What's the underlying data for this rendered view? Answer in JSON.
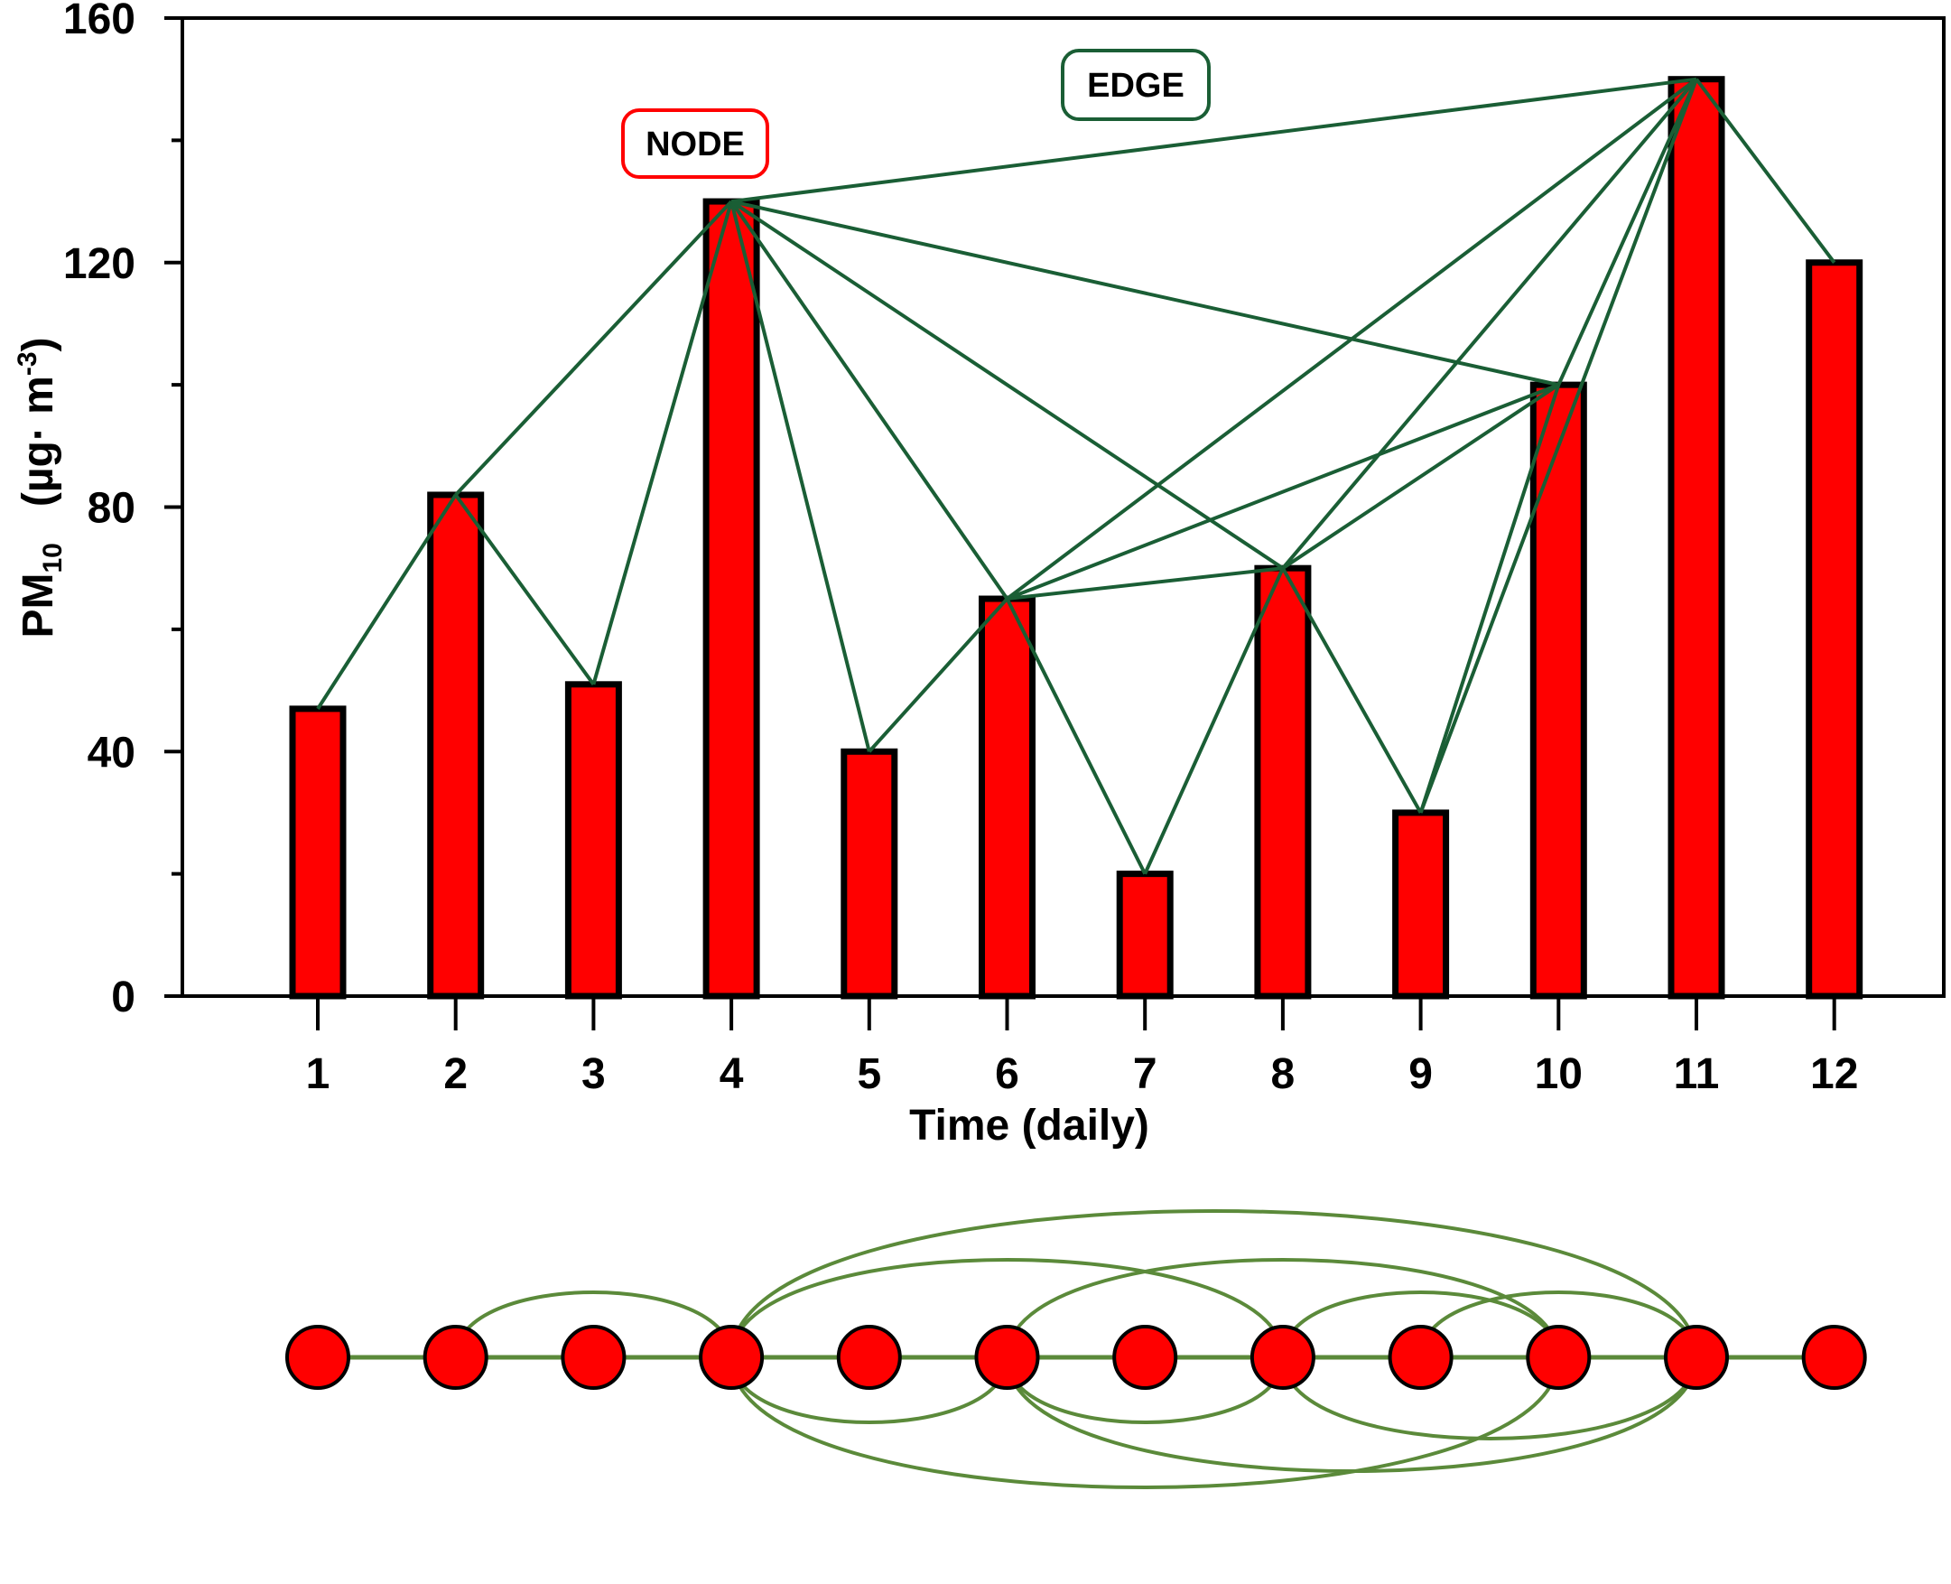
{
  "chart_data": {
    "type": "bar",
    "categories": [
      "1",
      "2",
      "3",
      "4",
      "5",
      "6",
      "7",
      "8",
      "9",
      "10",
      "11",
      "12"
    ],
    "values": [
      47,
      82,
      51,
      130,
      40,
      65,
      20,
      70,
      30,
      100,
      150,
      120
    ],
    "xlabel": "Time (daily)",
    "ylabel": {
      "base": "PM",
      "sub": "10",
      "unit": "(µg· m",
      "sup": "-3",
      "close": ")"
    },
    "ylim": [
      0,
      160
    ],
    "yticks": [
      0,
      40,
      80,
      120,
      160
    ],
    "grid": false,
    "callouts": {
      "node": "NODE",
      "edge": "EDGE"
    },
    "edges": [
      [
        1,
        2
      ],
      [
        2,
        3
      ],
      [
        3,
        4
      ],
      [
        4,
        5
      ],
      [
        5,
        6
      ],
      [
        6,
        7
      ],
      [
        7,
        8
      ],
      [
        8,
        9
      ],
      [
        9,
        10
      ],
      [
        10,
        11
      ],
      [
        11,
        12
      ],
      [
        2,
        4
      ],
      [
        4,
        6
      ],
      [
        4,
        8
      ],
      [
        4,
        10
      ],
      [
        4,
        11
      ],
      [
        6,
        8
      ],
      [
        6,
        10
      ],
      [
        6,
        11
      ],
      [
        8,
        10
      ],
      [
        8,
        11
      ],
      [
        9,
        11
      ]
    ],
    "colors": {
      "bar": "#ff0000",
      "edge": "#1a5e35",
      "network_edge": "#5b8a3a",
      "node_callout": "#ff0000",
      "edge_callout": "#1a5e35"
    }
  }
}
